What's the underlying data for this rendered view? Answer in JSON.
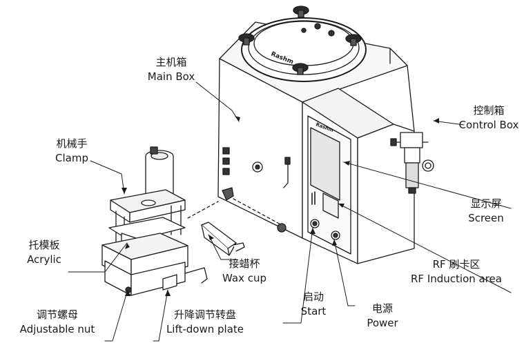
{
  "labels": {
    "main_box": {
      "zh": "主机箱",
      "en": "Main Box"
    },
    "control_box": {
      "zh": "控制箱",
      "en": "Control Box"
    },
    "clamp": {
      "zh": "机械手",
      "en": "Clamp"
    },
    "screen": {
      "zh": "显示屏",
      "en": "Screen"
    },
    "acrylic": {
      "zh": "托模板",
      "en": "Acrylic"
    },
    "wax_cup": {
      "zh": "接蜡杯",
      "en": "Wax cup"
    },
    "rf_area": {
      "zh": "RF 刷卡区",
      "en": "RF Induction area"
    },
    "start": {
      "zh": "启动",
      "en": "Start"
    },
    "power": {
      "zh": "电源",
      "en": "Power"
    },
    "adjustable_nut": {
      "zh": "调节螺母",
      "en": "Adjustable nut"
    },
    "lift_plate": {
      "zh": "升降调节转盘",
      "en": "Lift-down plate"
    }
  },
  "brand_marks": [
    "Rashm",
    "Rashm"
  ],
  "colors": {
    "line": "#1a1a1a",
    "panel": "#f2f2f2",
    "screen": "#e6e6e6"
  }
}
